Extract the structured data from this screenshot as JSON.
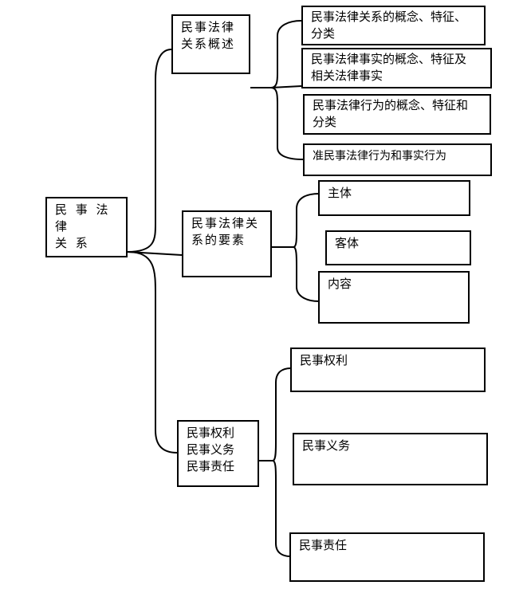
{
  "root": {
    "label": "民 事 法 律\n关 系"
  },
  "overview": {
    "label": "民事法律\n关系概述",
    "items": [
      "民事法律关系的概念、特征、\n分类",
      "民事法律事实的概念、特征及\n相关法律事实",
      "民事法律行为的概念、特征和\n分类",
      "准民事法律行为和事实行为"
    ]
  },
  "elements": {
    "label": "民事法律关\n系的要素",
    "items": [
      "主体",
      "客体",
      "内容"
    ]
  },
  "rights": {
    "label": "民事权利\n民事义务\n民事责任",
    "items": [
      "民事权利",
      "民事义务",
      "民事责任"
    ]
  }
}
